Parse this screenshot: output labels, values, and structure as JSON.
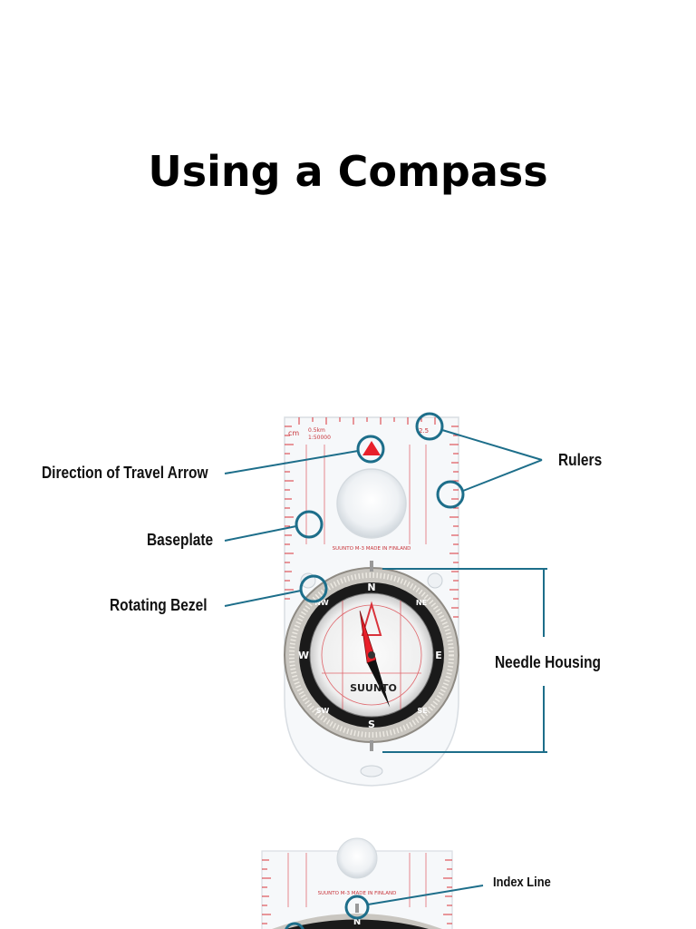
{
  "slide": {
    "title": "Using a Compass"
  },
  "diagram1": {
    "labels": {
      "travel_arrow": "Direction of Travel Arrow",
      "baseplate": "Baseplate",
      "rotating_bezel": "Rotating Bezel",
      "rulers": "Rulers",
      "needle_housing": "Needle Housing"
    },
    "compass_print": {
      "maker": "SUUNTO",
      "made_in": "SUUNTO M-3 MADE IN FINLAND",
      "cardinals": [
        "N",
        "NE",
        "E",
        "SE",
        "S",
        "SW",
        "W",
        "NW"
      ],
      "scale_labels": [
        "0.5km",
        "1:50000",
        "2.5",
        "cm"
      ]
    },
    "colors": {
      "callout": "#1d6e8a",
      "ruler_red": "#d9333b",
      "bezel_dark": "#1a1a1a",
      "arrow_red": "#e8202a"
    }
  },
  "diagram2": {
    "labels": {
      "index_line": "Index Line"
    },
    "compass_print": {
      "made_in": "SUUNTO M-3 MADE IN FINLAND",
      "cardinals": [
        "N"
      ]
    }
  }
}
